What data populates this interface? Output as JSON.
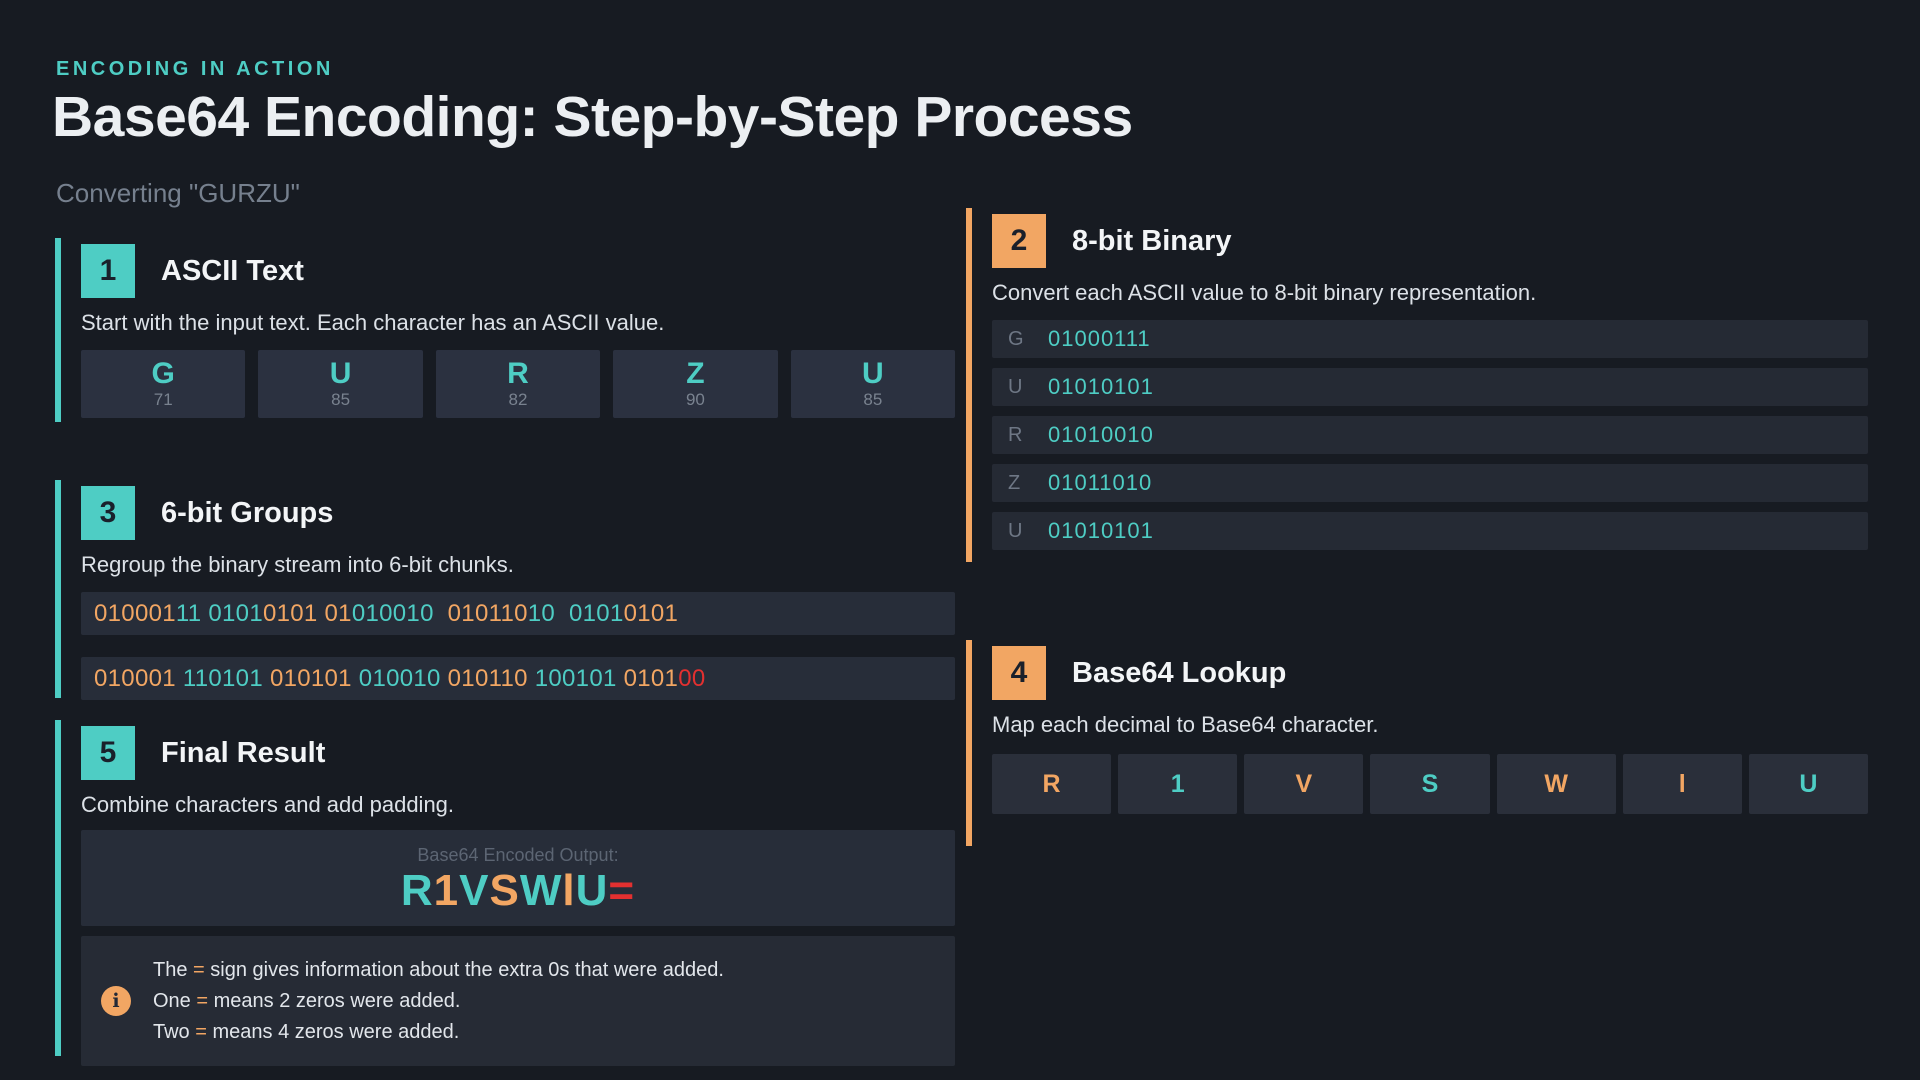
{
  "page": {
    "eyebrow": "ENCODING IN ACTION",
    "title": "Base64 Encoding: Step-by-Step Process",
    "subtitle": "Converting \"GURZU\""
  },
  "colors": {
    "teal": "#4ECDC4",
    "orange": "#F2A663",
    "red": "#E33030",
    "background": "#171B22",
    "panel": "#272D39"
  },
  "steps": {
    "step1": {
      "number": "1",
      "title": "ASCII Text",
      "description": "Start with the input text. Each character has an ASCII value.",
      "chars": [
        {
          "char": "G",
          "ascii": "71"
        },
        {
          "char": "U",
          "ascii": "85"
        },
        {
          "char": "R",
          "ascii": "82"
        },
        {
          "char": "Z",
          "ascii": "90"
        },
        {
          "char": "U",
          "ascii": "85"
        }
      ]
    },
    "step2": {
      "number": "2",
      "title": "8-bit Binary",
      "description": "Convert each ASCII value to 8-bit binary representation.",
      "rows": [
        {
          "char": "G",
          "binary": "01000111"
        },
        {
          "char": "U",
          "binary": "01010101"
        },
        {
          "char": "R",
          "binary": "01010010"
        },
        {
          "char": "Z",
          "binary": "01011010"
        },
        {
          "char": "U",
          "binary": "01010101"
        }
      ]
    },
    "step3": {
      "number": "3",
      "title": "6-bit Groups",
      "description": "Regroup the binary stream into 6-bit chunks.",
      "row_8bit_segments": [
        {
          "text": "010001",
          "color": "orange"
        },
        {
          "text": "11",
          "color": "teal"
        },
        {
          "text": " ",
          "color": "text"
        },
        {
          "text": "0101",
          "color": "teal"
        },
        {
          "text": "0101",
          "color": "orange"
        },
        {
          "text": " ",
          "color": "text"
        },
        {
          "text": "01",
          "color": "orange"
        },
        {
          "text": "010010",
          "color": "teal"
        },
        {
          "text": "  ",
          "color": "text"
        },
        {
          "text": "010110",
          "color": "orange"
        },
        {
          "text": "10",
          "color": "teal"
        },
        {
          "text": "  ",
          "color": "text"
        },
        {
          "text": "0101",
          "color": "teal"
        },
        {
          "text": "0101",
          "color": "orange"
        }
      ],
      "row_6bit_segments": [
        {
          "text": "010001",
          "color": "orange"
        },
        {
          "text": " ",
          "color": "text"
        },
        {
          "text": "110101",
          "color": "teal"
        },
        {
          "text": " ",
          "color": "text"
        },
        {
          "text": "010101",
          "color": "orange"
        },
        {
          "text": " ",
          "color": "text"
        },
        {
          "text": "010010",
          "color": "teal"
        },
        {
          "text": " ",
          "color": "text"
        },
        {
          "text": "010110",
          "color": "orange"
        },
        {
          "text": " ",
          "color": "text"
        },
        {
          "text": "100101",
          "color": "teal"
        },
        {
          "text": " ",
          "color": "text"
        },
        {
          "text": "0101",
          "color": "orange"
        },
        {
          "text": "00",
          "color": "red"
        }
      ]
    },
    "step4": {
      "number": "4",
      "title": "Base64 Lookup",
      "description": "Map each decimal to Base64 character.",
      "cells": [
        {
          "char": "R",
          "color": "orange"
        },
        {
          "char": "1",
          "color": "teal"
        },
        {
          "char": "V",
          "color": "orange"
        },
        {
          "char": "S",
          "color": "teal"
        },
        {
          "char": "W",
          "color": "orange"
        },
        {
          "char": "l",
          "color": "orange"
        },
        {
          "char": "U",
          "color": "teal"
        }
      ]
    },
    "step5": {
      "number": "5",
      "title": "Final Result",
      "description": "Combine characters and add padding.",
      "output_label": "Base64 Encoded Output:",
      "output_segments": [
        {
          "text": "R",
          "color": "teal"
        },
        {
          "text": "1",
          "color": "orange"
        },
        {
          "text": "V",
          "color": "teal"
        },
        {
          "text": "S",
          "color": "orange"
        },
        {
          "text": "W",
          "color": "teal"
        },
        {
          "text": "l",
          "color": "orange"
        },
        {
          "text": "U",
          "color": "teal"
        },
        {
          "text": "=",
          "color": "red"
        }
      ],
      "info_icon": "i",
      "info_lines": [
        [
          {
            "text": "The ",
            "color": "text"
          },
          {
            "text": "=",
            "color": "orange"
          },
          {
            "text": " sign gives information about the extra 0s that were added.",
            "color": "text"
          }
        ],
        [
          {
            "text": "One ",
            "color": "text"
          },
          {
            "text": "=",
            "color": "orange"
          },
          {
            "text": " means 2 zeros were added.",
            "color": "text"
          }
        ],
        [
          {
            "text": "Two ",
            "color": "text"
          },
          {
            "text": "=",
            "color": "orange"
          },
          {
            "text": " means 4 zeros were added.",
            "color": "text"
          }
        ]
      ]
    }
  }
}
